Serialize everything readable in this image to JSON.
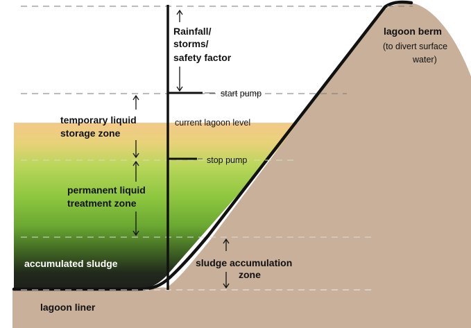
{
  "labels": {
    "rainfall_1": "Rainfall/",
    "rainfall_2": "storms/",
    "rainfall_3": "safety factor",
    "start_pump": "start pump",
    "current_level": "current lagoon level",
    "stop_pump": "stop pump",
    "temp_zone_1": "temporary liquid",
    "temp_zone_2": "storage zone",
    "perm_zone_1": "permanent liquid",
    "perm_zone_2": "treatment zone",
    "accumulated_sludge": "accumulated sludge",
    "sludge_zone_1": "sludge accumulation",
    "sludge_zone_2": "zone",
    "lagoon_liner": "lagoon liner",
    "berm_title": "lagoon berm",
    "berm_note_1": "(to divert surface",
    "berm_note_2": "water)"
  },
  "colors": {
    "berm": "#c8b09a",
    "liquid_top": "#f3c98a",
    "liquid_mid": "#8dc63f",
    "liquid_green": "#6aa832",
    "sludge_dark": "#1d1f1b",
    "line": "#111111",
    "dashed": "#777777"
  }
}
